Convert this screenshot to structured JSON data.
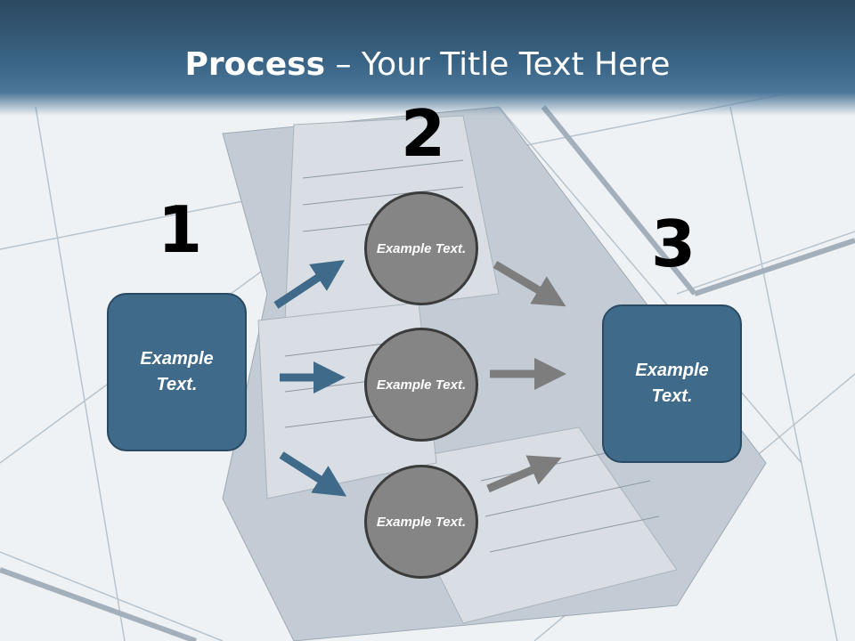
{
  "title": {
    "bold": "Process",
    "rest": " – Your Title Text Here"
  },
  "steps": [
    {
      "number": "1",
      "label": "Example Text."
    },
    {
      "number": "2",
      "items": [
        "Example Text.",
        "Example Text.",
        "Example Text."
      ]
    },
    {
      "number": "3",
      "label": "Example Text."
    }
  ],
  "colors": {
    "box": "#3f6a8a",
    "circle": "#858585",
    "arrow_blue": "#3f6a8a",
    "arrow_gray": "#7d7d7d"
  }
}
